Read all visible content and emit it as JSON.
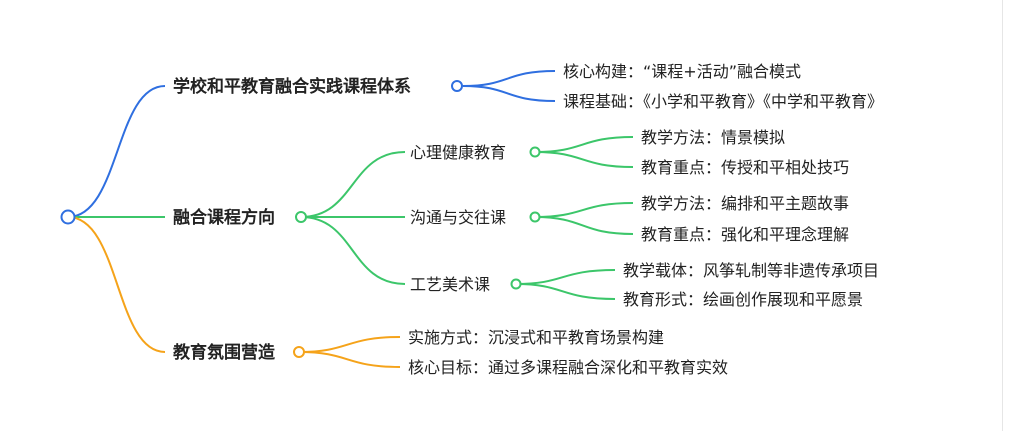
{
  "colors": {
    "blue": "#2f6fe0",
    "green": "#3cc66a",
    "orange": "#f5a31a",
    "text": "#222222"
  },
  "branches": [
    {
      "label": "学校和平教育融合实践课程体系",
      "color": "blue",
      "children": [
        {
          "label": "核心构建：“课程+活动”融合模式"
        },
        {
          "label": "课程基础：《小学和平教育》《中学和平教育》"
        }
      ]
    },
    {
      "label": "融合课程方向",
      "color": "green",
      "children": [
        {
          "label": "心理健康教育",
          "children": [
            {
              "label": "教学方法：情景模拟"
            },
            {
              "label": "教育重点：传授和平相处技巧"
            }
          ]
        },
        {
          "label": "沟通与交往课",
          "children": [
            {
              "label": "教学方法：编排和平主题故事"
            },
            {
              "label": "教育重点：强化和平理念理解"
            }
          ]
        },
        {
          "label": "工艺美术课",
          "children": [
            {
              "label": "教学载体：风筝轧制等非遗传承项目"
            },
            {
              "label": "教育形式：绘画创作展现和平愿景"
            }
          ]
        }
      ]
    },
    {
      "label": "教育氛围营造",
      "color": "orange",
      "children": [
        {
          "label": "实施方式：沉浸式和平教育场景构建"
        },
        {
          "label": "核心目标：通过多课程融合深化和平教育实效"
        }
      ]
    }
  ]
}
